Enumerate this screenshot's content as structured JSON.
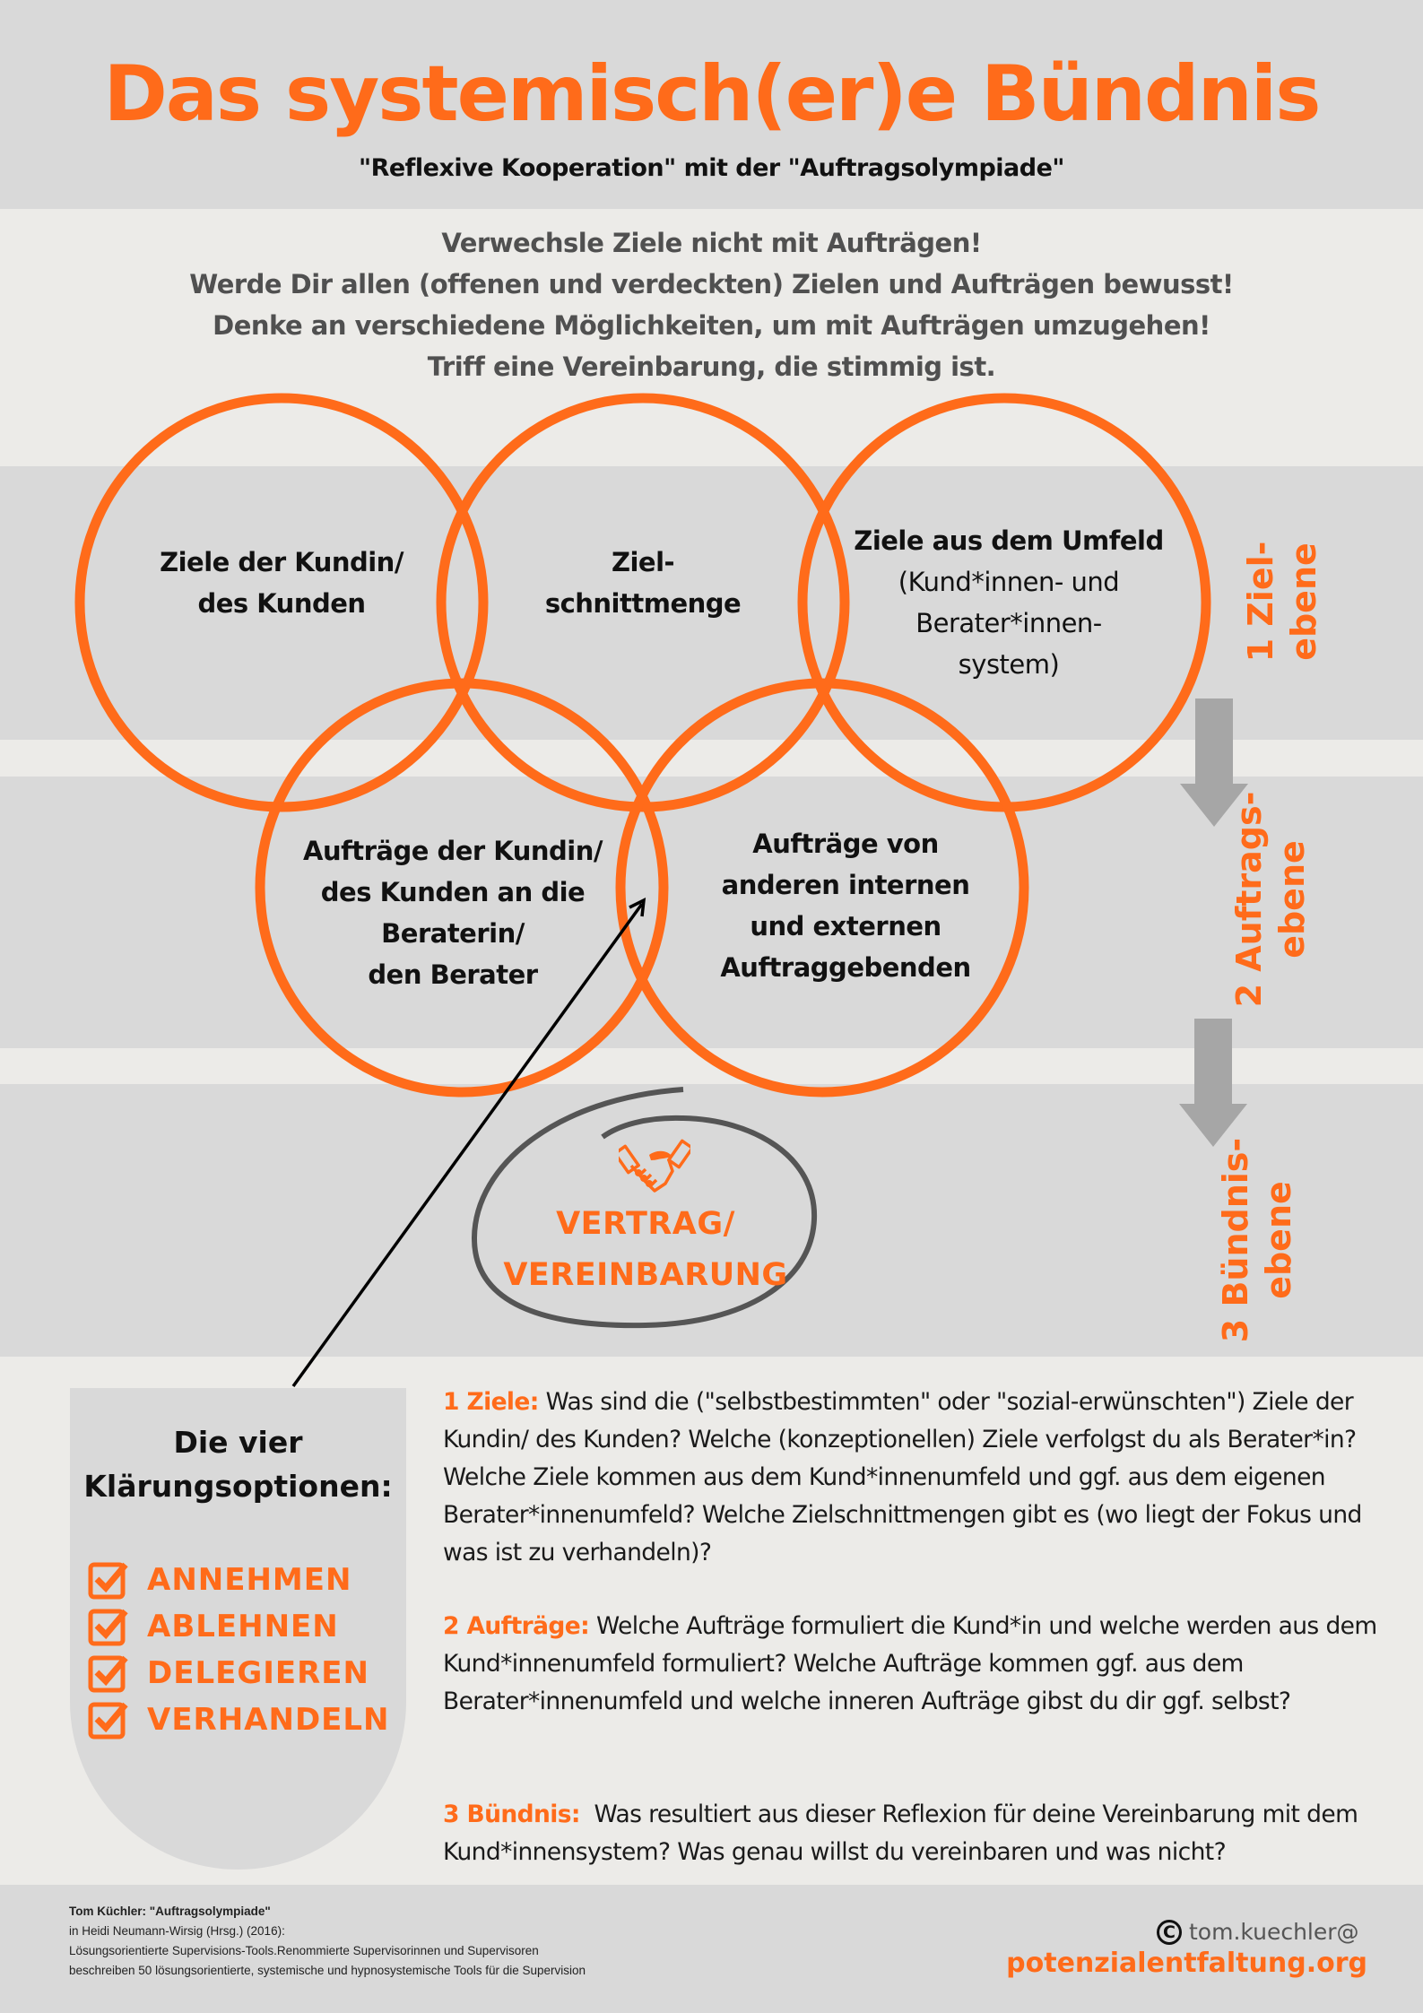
{
  "header": {
    "title": "Das systemisch(er)e Bündnis",
    "subtitle": "\"Reflexive Kooperation\" mit der \"Auftragsolympiade\""
  },
  "intro": {
    "lines": [
      "Verwechsle Ziele nicht mit Aufträgen!",
      "Werde Dir allen (offenen und verdeckten) Zielen und Aufträgen bewusst!",
      "Denke an verschiedene Möglichkeiten, um mit Aufträgen umzugehen!",
      "Triff eine Vereinbarung, die stimmig ist."
    ]
  },
  "circles": {
    "top": [
      {
        "lines": [
          "Ziele der Kundin/",
          "des Kunden"
        ]
      },
      {
        "lines": [
          "Ziel-",
          "schnittmenge"
        ]
      },
      {
        "lines": [
          "Ziele aus dem Umfeld"
        ],
        "sub_lines": [
          "(Kund*innen- und",
          "Berater*innen-",
          "system)"
        ]
      }
    ],
    "bottom": [
      {
        "lines": [
          "Aufträge der Kundin/",
          "des Kunden an die",
          "Beraterin/",
          "den Berater"
        ]
      },
      {
        "lines": [
          "Aufträge von",
          "anderen internen",
          "und externen",
          "Auftraggebenden"
        ]
      }
    ]
  },
  "levels": [
    {
      "line1": "1 Ziel-",
      "line2": "ebene"
    },
    {
      "line1": "2 Auftrags-",
      "line2": "ebene"
    },
    {
      "line1": "3 Bündnis-",
      "line2": "ebene"
    }
  ],
  "agreement": {
    "icon": "handshake-icon",
    "line1": "VERTRAG/",
    "line2": "VEREINBARUNG"
  },
  "options": {
    "title_line1": "Die vier",
    "title_line2": "Klärungsoptionen:",
    "items": [
      {
        "label": "ANNEHMEN",
        "icon": "checkbox-checked-icon"
      },
      {
        "label": "ABLEHNEN",
        "icon": "checkbox-checked-icon"
      },
      {
        "label": "DELEGIEREN",
        "icon": "checkbox-checked-icon"
      },
      {
        "label": "VERHANDELN",
        "icon": "checkbox-checked-icon"
      }
    ]
  },
  "questions": [
    {
      "head": "1 Ziele:",
      "text": " Was sind die (\"selbstbestimmten\" oder \"sozial-erwünschten\") Ziele der Kundin/ des Kunden? Welche (konzeptionellen) Ziele verfolgst du als Berater*in? Welche Ziele kommen aus dem Kund*innenumfeld und ggf. aus dem eigenen Berater*innenumfeld? Welche Zielschnittmengen gibt es (wo liegt der Fokus und was ist zu verhandeln)?"
    },
    {
      "head": "2 Aufträge:",
      "text": " Welche Aufträge formuliert die Kund*in und welche werden aus dem Kund*innenumfeld formuliert? Welche Aufträge kommen ggf. aus dem Berater*innenumfeld und welche inneren Aufträge gibst du dir ggf. selbst?"
    },
    {
      "head": "3 Bündnis:",
      "text": "  Was resultiert aus dieser Reflexion für deine Vereinbarung mit dem Kund*innensystem? Was genau willst du vereinbaren und was nicht?"
    }
  ],
  "footer": {
    "citation": {
      "author_title": "Tom Küchler: \"Auftragsolympiade\"",
      "line2": "in Heidi Neumann-Wirsig (Hrsg.) (2016):",
      "line3": "Lösungsorientierte Supervisions-Tools.Renommierte Supervisorinnen und Supervisoren",
      "line4": "beschreiben 50 lösungsorientierte, systemische und hypnosystemische Tools für die Supervision"
    },
    "copyright_symbol": "C",
    "email_prefix": "tom.kuechler@",
    "domain": "potenzialentfaltung.org"
  },
  "colors": {
    "accent": "#FF6B1A",
    "band": "#D9D9D9",
    "background": "#ECEBE8",
    "arrow_gray": "#A6A6A6",
    "text_dark": "#111111",
    "intro_text": "#505050"
  }
}
